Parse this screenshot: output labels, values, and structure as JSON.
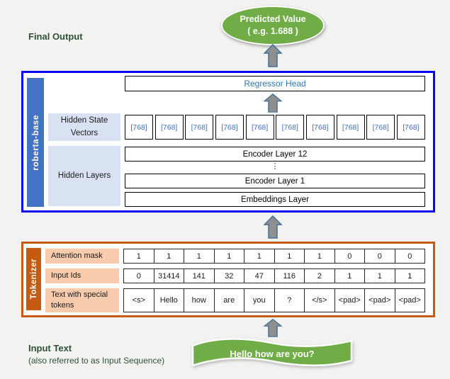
{
  "colors": {
    "page_bg": "#F2F2F0",
    "green": "#70AD47",
    "blue_border": "#0808F0",
    "blue_sidebar": "#4472C4",
    "blue_label_bg": "#D9E2F3",
    "regressor_text": "#2E75B6",
    "vector_text": "#4472C4",
    "orange_border": "#C55A11",
    "orange_label_bg": "#F8CBAD",
    "dark_green_text": "#2F5138",
    "arrow_fill": "#8F8F8F",
    "arrow_stroke": "#41719C"
  },
  "final_output_label": "Final Output",
  "predicted_value": {
    "line1": "Predicted Value",
    "line2": "( e.g. 1.688 )"
  },
  "roberta": {
    "sidebar_label": "roberta-base",
    "regressor_head_label": "Regressor Head",
    "hidden_state_vectors_label": "Hidden State Vectors",
    "hidden_state_vectors": [
      "[768]",
      "[768]",
      "[768]",
      "[768]",
      "[768]",
      "[768]",
      "[768]",
      "[768]",
      "[768]",
      "[768]"
    ],
    "hidden_layers_label": "Hidden Layers",
    "encoder_layer_top": "Encoder Layer 12",
    "layers_ellipsis": "⋮",
    "encoder_layer_bottom": "Encoder Layer 1",
    "embeddings_layer": "Embeddings Layer"
  },
  "tokenizer": {
    "sidebar_label": "Tokenizer",
    "attention_mask": {
      "label": "Attention mask",
      "cells": [
        "1",
        "1",
        "1",
        "1",
        "1",
        "1",
        "1",
        "0",
        "0",
        "0"
      ]
    },
    "input_ids": {
      "label": "Input Ids",
      "cells": [
        "0",
        "31414",
        "141",
        "32",
        "47",
        "116",
        "2",
        "1",
        "1",
        "1"
      ]
    },
    "text_tokens": {
      "label": "Text with special tokens",
      "cells": [
        "<s>",
        "Hello",
        "how",
        "are",
        "you",
        "?",
        "</s>",
        "<pad>",
        "<pad>",
        "<pad>"
      ]
    }
  },
  "input_text": {
    "label": "Input Text",
    "sublabel": "(also referred to as Input Sequence)",
    "ribbon_text": "Hello how are you?"
  },
  "icons": {
    "up_arrow": "up-arrow"
  }
}
